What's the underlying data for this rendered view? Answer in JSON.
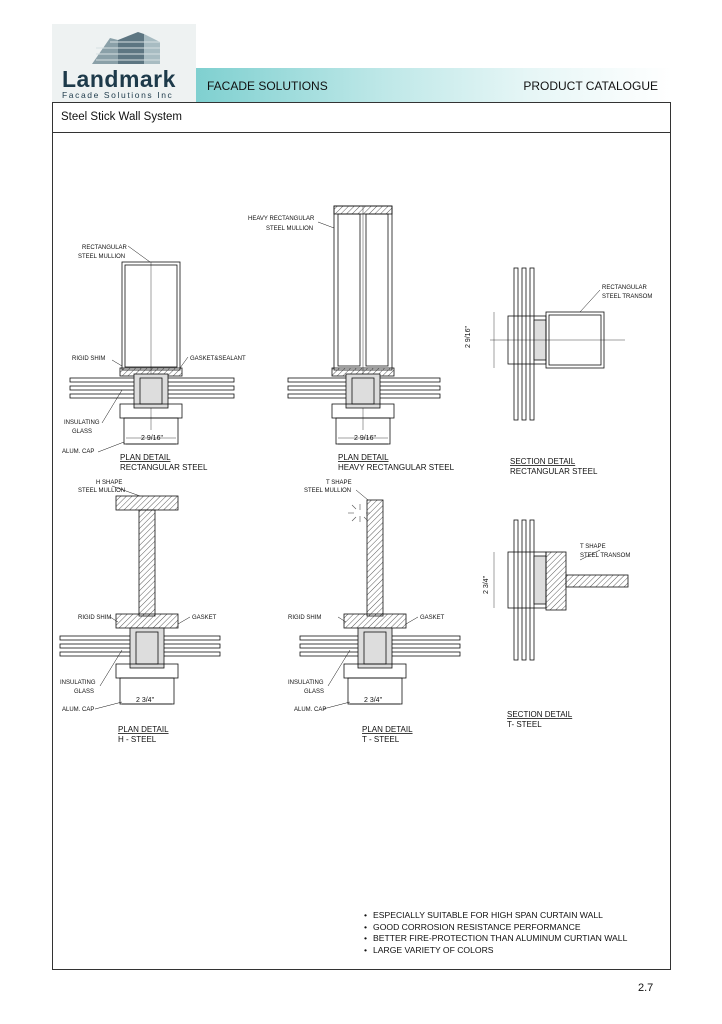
{
  "logo": {
    "name": "Landmark",
    "tagline": "Facade Solutions Inc"
  },
  "header": {
    "left": "FACADE SOLUTIONS",
    "right": "PRODUCT  CATALOGUE"
  },
  "subtitle": "Steel Stick Wall System",
  "details": {
    "rect": {
      "labels": [
        "RECTANGULAR",
        "STEEL  MULLION",
        "RIGID SHIM",
        "GASKET&SEALANT",
        "INSULATING",
        "GLASS",
        "ALUM. CAP"
      ],
      "dim": "2 9/16\"",
      "caption1": "PLAN DETAIL",
      "caption2": "RECTANGULAR STEEL"
    },
    "heavy": {
      "labels": [
        "HEAVY  RECTANGULAR",
        "STEEL  MULLION"
      ],
      "dim": "2 9/16\"",
      "caption1": "PLAN DETAIL",
      "caption2": "HEAVY RECTANGULAR STEEL"
    },
    "sect_rect": {
      "labels": [
        "RECTANGULAR",
        "STEEL  TRANSOM"
      ],
      "dim": "2 9/16\"",
      "caption1": "SECTION DETAIL",
      "caption2": "RECTANGULAR STEEL"
    },
    "h": {
      "labels": [
        "H  SHAPE",
        "STEEL  MULLION",
        "RIGID  SHIM",
        "GASKET",
        "INSULATING",
        "GLASS",
        "ALUM.  CAP"
      ],
      "dim": "2 3/4\"",
      "caption1": "PLAN DETAIL",
      "caption2": "H - STEEL"
    },
    "t": {
      "labels": [
        "T  SHAPE",
        "STEEL  MULLION",
        "RIGID  SHIM",
        "GASKET",
        "INSULATING",
        "GLASS",
        "ALUM.  CAP"
      ],
      "dim": "2 3/4\"",
      "caption1": "PLAN DETAIL",
      "caption2": "T - STEEL"
    },
    "sect_t": {
      "labels": [
        "T  SHAPE",
        "STEEL  TRANSOM"
      ],
      "dim": "2 3/4\"",
      "caption1": "SECTION DETAIL",
      "caption2": "T- STEEL"
    }
  },
  "notes": [
    "ESPECIALLY SUITABLE FOR HIGH SPAN CURTAIN WALL",
    "GOOD CORROSION RESISTANCE PERFORMANCE",
    "BETTER FIRE-PROTECTION THAN ALUMINUM CURTIAN WALL",
    "LARGE VARIETY OF COLORS"
  ],
  "page_number": "2.7"
}
